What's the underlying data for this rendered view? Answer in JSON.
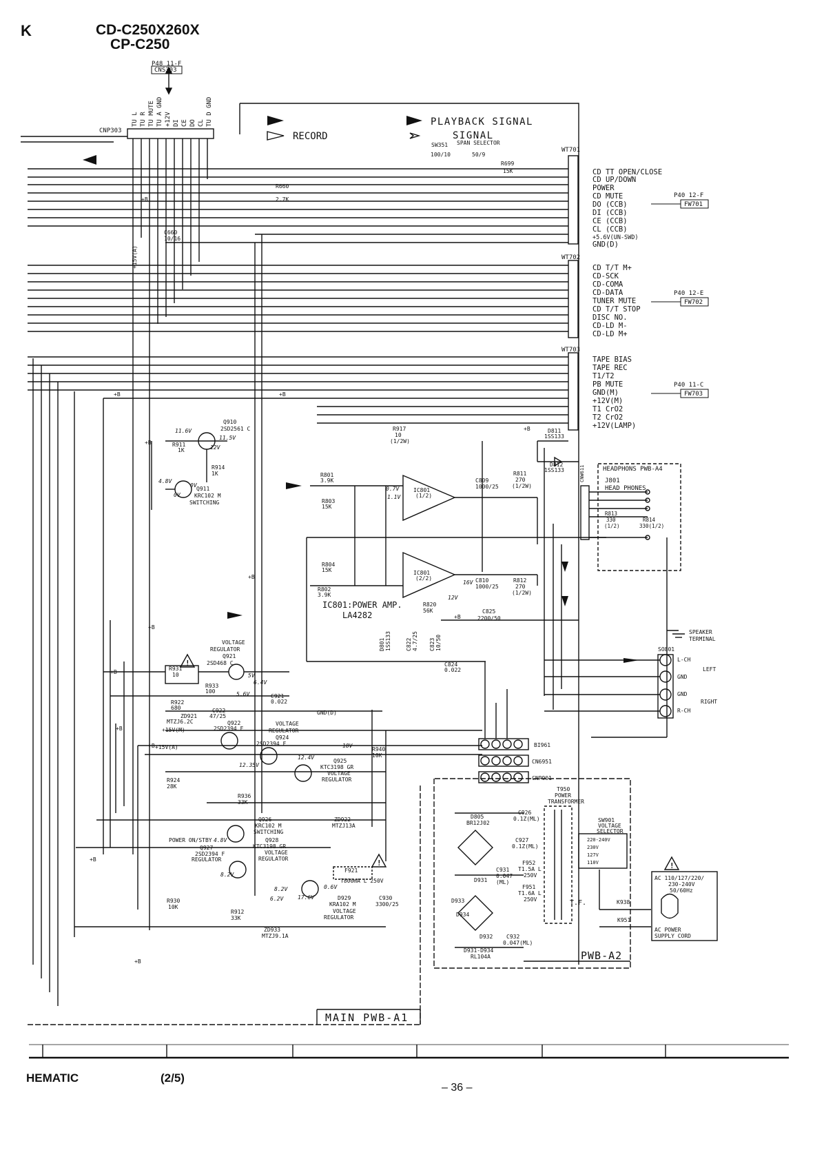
{
  "header": {
    "left_fragment": "K",
    "models_line1": "CD-C250X260X",
    "models_line2": "CP-C250",
    "ref_code": "P48 11-F",
    "cns_label": "CNS303"
  },
  "cnp303": {
    "label": "CNP303",
    "pins": [
      "TU L",
      "TU R",
      "TU MUTE",
      "TU A GND",
      "+12V",
      "DI",
      "CE",
      "DO",
      "CL",
      "TU D GND"
    ]
  },
  "legend": {
    "record": "RECORD",
    "playback": "PLAYBACK SIGNAL",
    "signal": "SIGNAL"
  },
  "sw351": {
    "label": "SW351",
    "title": "SPAN SELECTOR",
    "pos_left": "100/10",
    "pos_right": "50/9"
  },
  "wt701": {
    "label": "WT701",
    "ref": "P40 12-F",
    "plug": "FW701",
    "signals": [
      "CD TT OPEN/CLOSE",
      "CD UP/DOWN",
      "POWER",
      "CD MUTE",
      "DO (CCB)",
      "DI (CCB)",
      "CE (CCB)",
      "CL (CCB)",
      "+5.6V(UN-SWD)",
      "GND(D)"
    ]
  },
  "wt702": {
    "label": "WT702",
    "ref": "P40 12-E",
    "plug": "FW702",
    "signals": [
      "CD T/T M+",
      "CD-SCK",
      "CD-COMA",
      "CD-DATA",
      "TUNER MUTE",
      "CD T/T STOP",
      "DISC NO.",
      "CD-LD M-",
      "CD-LD M+"
    ]
  },
  "wt703": {
    "label": "WT703",
    "ref": "P40 11-C",
    "plug": "FW703",
    "signals": [
      "TAPE BIAS",
      "TAPE REC",
      "T1/T2",
      "PB MUTE",
      "GND(M)",
      "+12V(M)",
      "T1 CrO2",
      "T2 CrO2",
      "+12V(LAMP)"
    ]
  },
  "parts": {
    "r660": "R660",
    "r660v": "2.7K",
    "r699": "R699",
    "r699v": "15K",
    "c660": "C660",
    "c660v": "10/16",
    "q910": "Q910",
    "q910n": "2SD2561 C",
    "q911": "Q911",
    "q911n": "KRC102 M",
    "q911f": "SWITCHING",
    "r911": "R911",
    "r911v": "1K",
    "r914": "R914",
    "r914v": "1K",
    "r917": "R917",
    "r917v": "10",
    "r917w": "(1/2W)",
    "d811": "D811",
    "d811n": "1SS133",
    "d812": "D812",
    "d812n": "1SS133",
    "ic801": "IC801",
    "ic801a": "(1/2)",
    "ic801b": "(2/2)",
    "ic_title": "IC801:POWER AMP.",
    "ic_part": "LA4282",
    "r801": "R801",
    "r801v": "3.9K",
    "r802": "R802",
    "r802v": "3.9K",
    "r803": "R803",
    "r803v": "15K",
    "r804": "R804",
    "r804v": "15K",
    "r811": "R811",
    "r811v": "270",
    "r811w": "(1/2W)",
    "r812": "R812",
    "r812v": "270",
    "r812w": "(1/2W)",
    "c809": "C809",
    "c809v": "1000/25",
    "c810": "C810",
    "c810v": "1000/25",
    "c825": "C825",
    "c825v": "2200/50",
    "r820": "R820",
    "r820v": "56K",
    "c824": "C824",
    "c824v": "0.022",
    "d801": "D801",
    "d801n": "1SS133",
    "c822": "C822",
    "c822v": "4.7/25",
    "c823": "C823",
    "c823v": "10/50",
    "vreg1": "VOLTAGE",
    "vreg2": "REGULATOR",
    "q921": "Q921",
    "q921n": "2SD468 C",
    "r931": "R931",
    "r931v": "10",
    "r933": "R933",
    "r933v": "100",
    "r922": "R922",
    "r922v": "680",
    "zd921": "ZD921",
    "zd921n": "MTZJ6.2C",
    "c922": "C922",
    "c922v": "47/25",
    "c921": "C921",
    "c921v": "0.022",
    "gndd": "GND(D)",
    "q922": "Q922",
    "q922n": "2SD2394 F",
    "q924": "Q924",
    "q924n": "2SD2394 F",
    "q925": "Q925",
    "q925n": "KTC3198 GR",
    "r940": "R940",
    "r940v": "10K",
    "r936": "R936",
    "r936v": "33K",
    "r924": "R924",
    "r924v": "28K",
    "q926": "Q926",
    "q926n": "KRC102 M",
    "switching": "SWITCHING",
    "q928": "Q928",
    "q928n": "KTC3198 GR",
    "q927": "Q927",
    "q927n": "2SD2394 F",
    "zd922": "ZD922",
    "zd922n": "MTZJ13A",
    "d929": "D929",
    "d929n": "KRA102 M",
    "power_onstby": "POWER ON/STBY",
    "f921": "F921",
    "f921v": "T800mA L 250V",
    "r930": "R930",
    "r930v": "10K",
    "zd933": "ZD933",
    "zd933n": "MTZJ9.1A",
    "c930": "C930",
    "c930v": "3300/25",
    "r912": "R912",
    "r912v": "33K",
    "bi961": "BI961",
    "cn6951": "CN6951",
    "cnp901": "CNP901",
    "t950": "T950",
    "t950n": "POWER",
    "t950m": "TRANSFORMER",
    "d805": "D805",
    "d805n": "BR12J02",
    "c926": "C926",
    "c926v": "0.1Z(ML)",
    "c927": "C927",
    "c927v": "0.1Z(ML)",
    "f952": "F952",
    "f952v": "T1.5A L",
    "f952w": "250V",
    "f951": "F951",
    "f951v": "T1.6A L",
    "f951w": "250V",
    "c931": "C931",
    "c931v": "0.047",
    "c931m": "(ML)",
    "d931": "D931",
    "d933": "D933",
    "d934": "D934",
    "d932": "D932",
    "c932": "C932",
    "c932v": "0.047(ML)",
    "d931_934": "D931-D934",
    "rl104a": "RL104A",
    "sw901": "SW901",
    "sw901n": "VOLTAGE",
    "sw901m": "SELECTOR",
    "sw_opts": [
      "220-240V",
      "230V",
      "127V",
      "110V"
    ],
    "tf": "T.F.",
    "k938": "K938",
    "k951": "K951"
  },
  "headphones": {
    "pwb": "HEADPHONS PWB-A4",
    "j801": "J801",
    "title": "HEAD PHONES",
    "r813": "R813",
    "r813v": "330",
    "r813w": "(1/2)",
    "r814": "R814",
    "r814v": "330(1/2)",
    "cnw": "CNW611"
  },
  "speaker": {
    "title1": "SPEAKER",
    "title2": "TERMINAL",
    "label": "SO801",
    "lch": "L-CH",
    "left": "LEFT",
    "gnd": "GND",
    "right": "RIGHT",
    "rch": "R-CH"
  },
  "ac": {
    "spec1": "AC 110/127/220/",
    "spec2": "230-240V",
    "spec3": "50/60Hz",
    "cord1": "AC POWER",
    "cord2": "SUPPLY CORD"
  },
  "voltages": [
    "11.6V",
    "11.5V",
    "12V",
    "4.8V",
    "0V",
    "0V",
    "5V",
    "6.4V",
    "5.6V",
    "18V",
    "12.4V",
    "12.35V",
    "0.7V",
    "6.2V",
    "1.1V",
    "16V",
    "12V",
    "4.8V",
    "8.2V",
    "8.2V",
    "17.6V",
    "0.6V"
  ],
  "labels": {
    "plus_b": "+B",
    "plus15v_a": "+15V(A)",
    "plus15v_m": "+15V(M)",
    "pwb_a2": "PWB-A2",
    "main_pwb": "MAIN PWB-A1"
  },
  "footer": {
    "schematic": "HEMATIC",
    "page_part": "(2/5)",
    "page_no": "– 36 –"
  }
}
